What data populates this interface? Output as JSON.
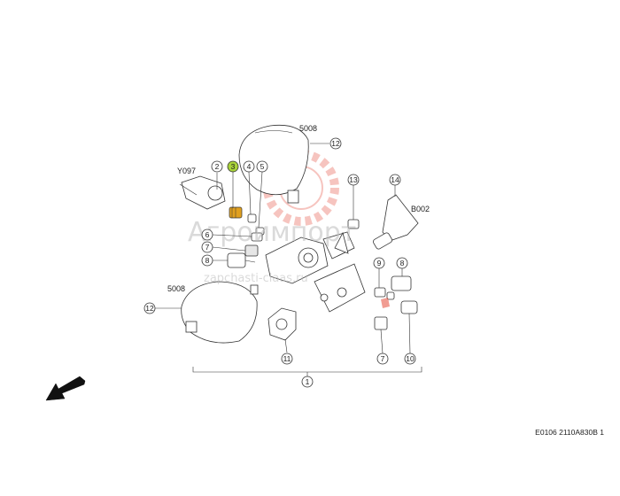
{
  "callouts": {
    "c1": "1",
    "c2": "2",
    "c3": "3",
    "c4": "4",
    "c5": "5",
    "c6": "6",
    "c7a": "7",
    "c7b": "7",
    "c8a": "8",
    "c8b": "8",
    "c9": "9",
    "c10": "10",
    "c11": "11",
    "c12a": "12",
    "c12b": "12",
    "c13": "13",
    "c14": "14"
  },
  "labels": {
    "accumulator_top": "5008",
    "accumulator_left": "5008",
    "sensor_left": "Y097",
    "sensor_right": "B002"
  },
  "watermark": {
    "brand": "Агроимпорт",
    "site": "zapchasti-claas.ru"
  },
  "footer_code": "E0106 2110A830B 1",
  "colors": {
    "highlight_callout": "#a8d23a",
    "highlight_part": "#e0a020",
    "watermark_red": "#e85a4a"
  },
  "icons": [
    "direction-arrow-icon"
  ]
}
